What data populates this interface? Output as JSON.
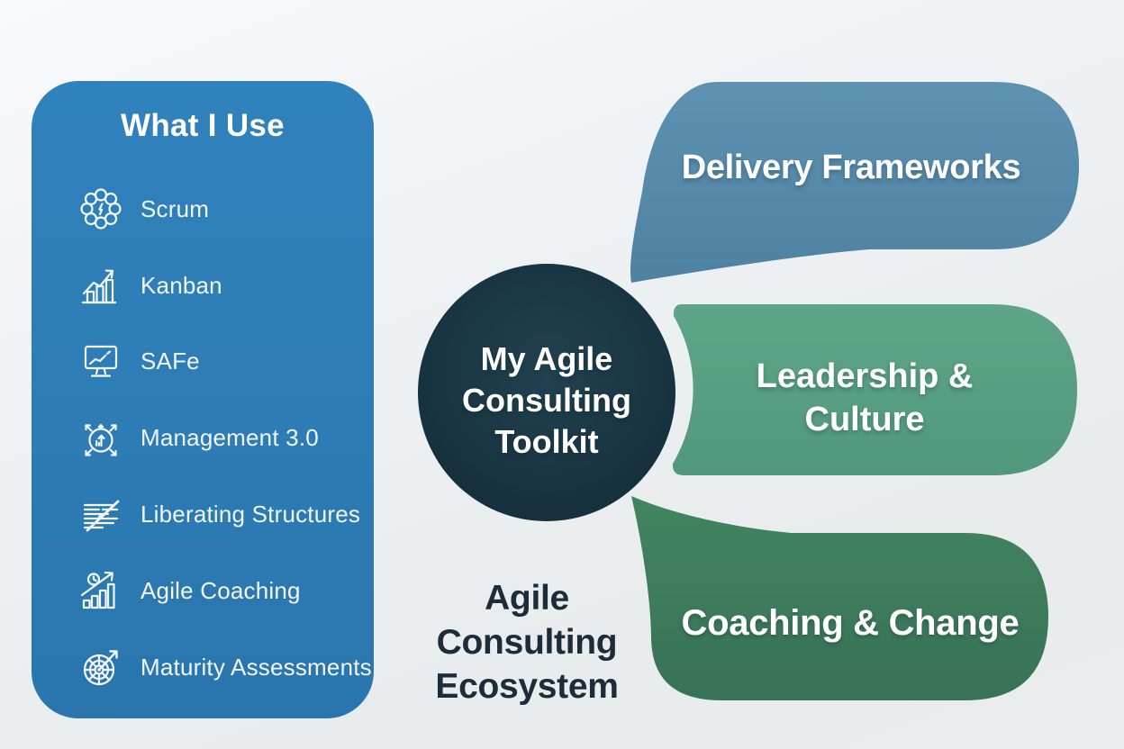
{
  "panel": {
    "title": "What I Use",
    "items": [
      {
        "label": "Scrum",
        "icon": "scrum-circle-icon"
      },
      {
        "label": "Kanban",
        "icon": "kanban-growth-chart-icon"
      },
      {
        "label": "SAFe",
        "icon": "monitor-trend-icon"
      },
      {
        "label": "Management 3.0",
        "icon": "expand-gauge-icon"
      },
      {
        "label": "Liberating Structures",
        "icon": "lined-text-slash-icon"
      },
      {
        "label": "Agile Coaching",
        "icon": "coaching-bars-clock-icon"
      },
      {
        "label": "Maturity Assessments",
        "icon": "target-arrow-icon"
      }
    ],
    "color": "#2d7cb5"
  },
  "center": {
    "lines": [
      "My Agile",
      "Consulting",
      "Toolkit"
    ],
    "color": "#17384a"
  },
  "bubbles": [
    {
      "label": "Delivery Frameworks",
      "color": "#5589ab"
    },
    {
      "lines": [
        "Leadership &",
        "Culture"
      ],
      "color": "#58a083"
    },
    {
      "label": "Coaching & Change",
      "color": "#3d7d5f"
    }
  ],
  "footer": {
    "lines": [
      "Agile",
      "Consulting",
      "Ecosystem"
    ],
    "color": "#1c2c38"
  },
  "background_color": "#edf0f2",
  "text_color_light": "#ffffff"
}
